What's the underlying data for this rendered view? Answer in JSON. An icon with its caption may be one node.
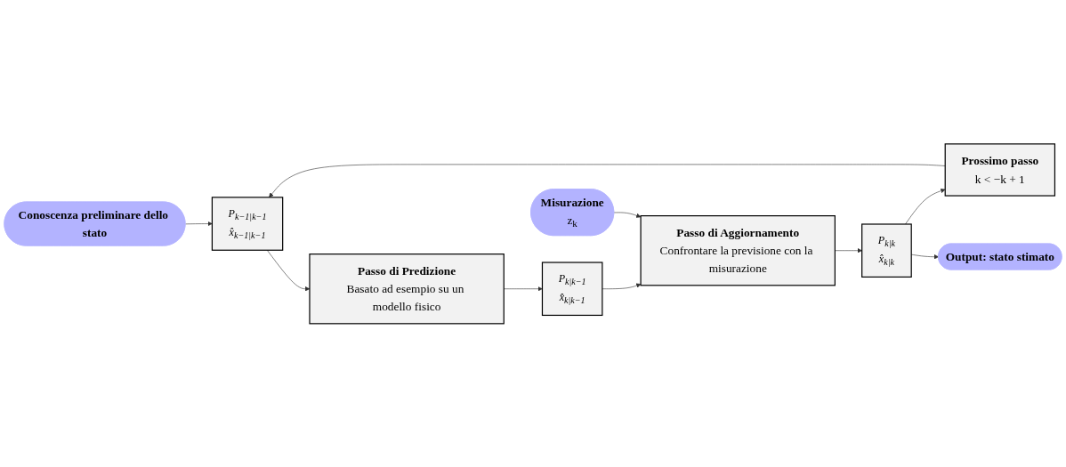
{
  "diagram": {
    "nodes": [
      {
        "text": [
          "Conoscenza preliminare dello stato"
        ]
      },
      {
        "text": [
          "P$_{k−1|k−1}$",
          "x̂$_{k−1|k−1}$"
        ]
      },
      {
        "text": [
          "Passo di Predizione",
          "Basato ad esempio su un modello fisico"
        ]
      },
      {
        "text": [
          "P$_{k|k−1}$",
          "x̂$_{k|k−1}$"
        ]
      },
      {
        "text": [
          "Prossimo passo",
          "k < −k + 1"
        ]
      },
      {
        "text": [
          "Passo di Aggiornamento",
          "Confrontare la previsione con la misurazione"
        ]
      },
      {
        "text": [
          "Misurazione",
          "z$_{k}$"
        ]
      },
      {
        "text": [
          "P$_{k|k}$",
          "x̂$_{k|k}$"
        ]
      },
      {
        "text": [
          "Output: stato stimato"
        ]
      }
    ],
    "edges": [
      {
        "from": 0,
        "to": 1,
        "arrow": "to"
      },
      {
        "from": 1,
        "to": 2,
        "arrow": "to"
      },
      {
        "from": 2,
        "to": 3,
        "arrow": "to"
      },
      {
        "from": 3,
        "to": 5,
        "arrow": "to"
      },
      {
        "from": 6,
        "to": 5,
        "arrow": "to"
      },
      {
        "from": 5,
        "to": 7,
        "arrow": "to"
      },
      {
        "from": 7,
        "to": 4,
        "arrow": "to"
      },
      {
        "from": 4,
        "to": 1,
        "arrow": "to"
      },
      {
        "from": 7,
        "to": 8,
        "arrow": "to"
      }
    ]
  }
}
